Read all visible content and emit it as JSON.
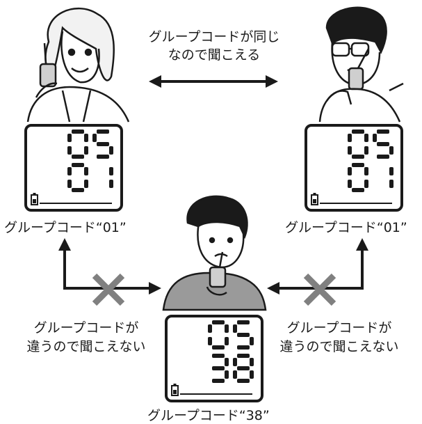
{
  "diagram": {
    "top_caption": {
      "line1": "グループコードが同じ",
      "line2": "なので聞こえる"
    },
    "left_person": {
      "label": "グループコード“01”",
      "display": {
        "channel": "05",
        "group": "01"
      }
    },
    "right_person": {
      "label": "グループコード“01”",
      "display": {
        "channel": "05",
        "group": "01"
      }
    },
    "bottom_person": {
      "label": "グループコード“38”",
      "display": {
        "channel": "05",
        "group": "38"
      }
    },
    "left_message": {
      "line1": "グループコードが",
      "line2": "違うので聞こえない"
    },
    "right_message": {
      "line1": "グループコードが",
      "line2": "違うので聞こえない"
    },
    "colors": {
      "line": "#1a1a1a",
      "cross": "#808080",
      "shirt": "#9a9a9a"
    },
    "icons": [
      "battery-icon",
      "cross-icon",
      "double-arrow"
    ]
  }
}
